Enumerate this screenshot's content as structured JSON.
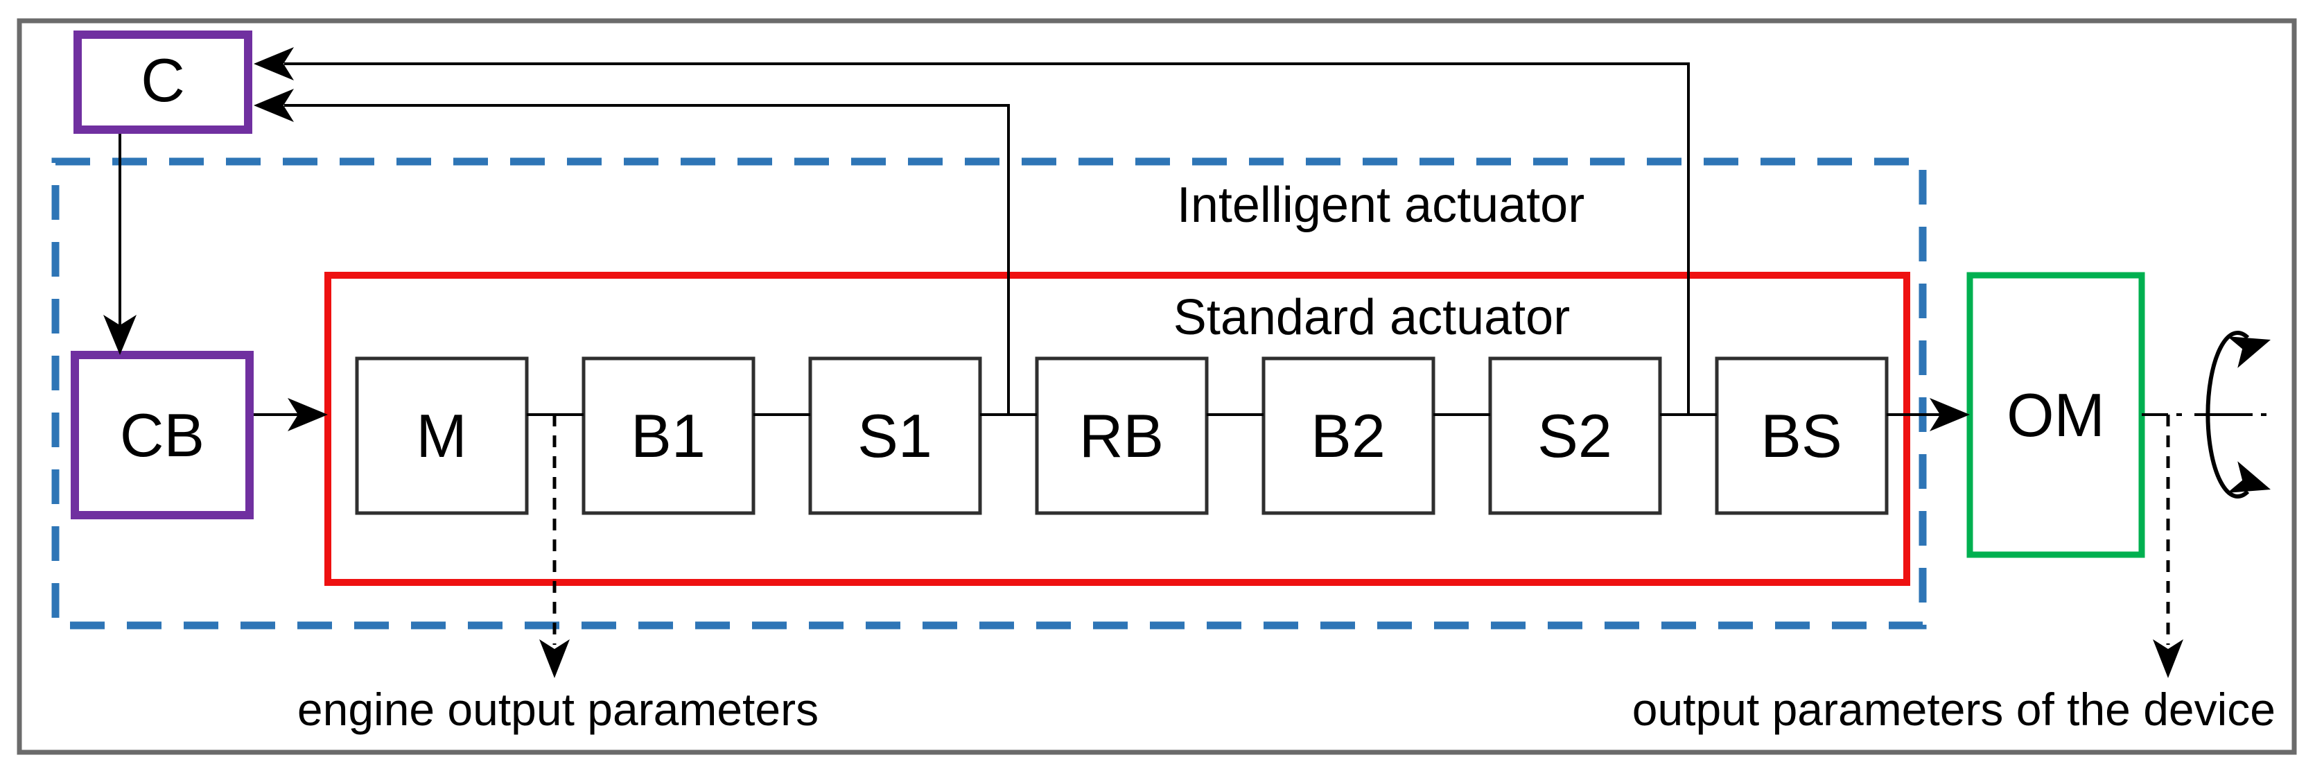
{
  "colors": {
    "intelligent_blue": "#2E75B6",
    "standard_red": "#EE1111",
    "controller_purple": "#7030A0",
    "output_green": "#00B050"
  },
  "blocks": {
    "controller": {
      "label": "C"
    },
    "control_block": {
      "label": "CB"
    },
    "output_mechanism": {
      "label": "OM"
    },
    "chain": [
      {
        "label": "M"
      },
      {
        "label": "B1"
      },
      {
        "label": "S1"
      },
      {
        "label": "RB"
      },
      {
        "label": "B2"
      },
      {
        "label": "S2"
      },
      {
        "label": "BS"
      }
    ]
  },
  "groups": {
    "intelligent": {
      "label": "Intelligent actuator"
    },
    "standard": {
      "label": "Standard actuator"
    }
  },
  "annotations": {
    "engine_output": "engine output parameters",
    "device_output": "output parameters of the device"
  }
}
